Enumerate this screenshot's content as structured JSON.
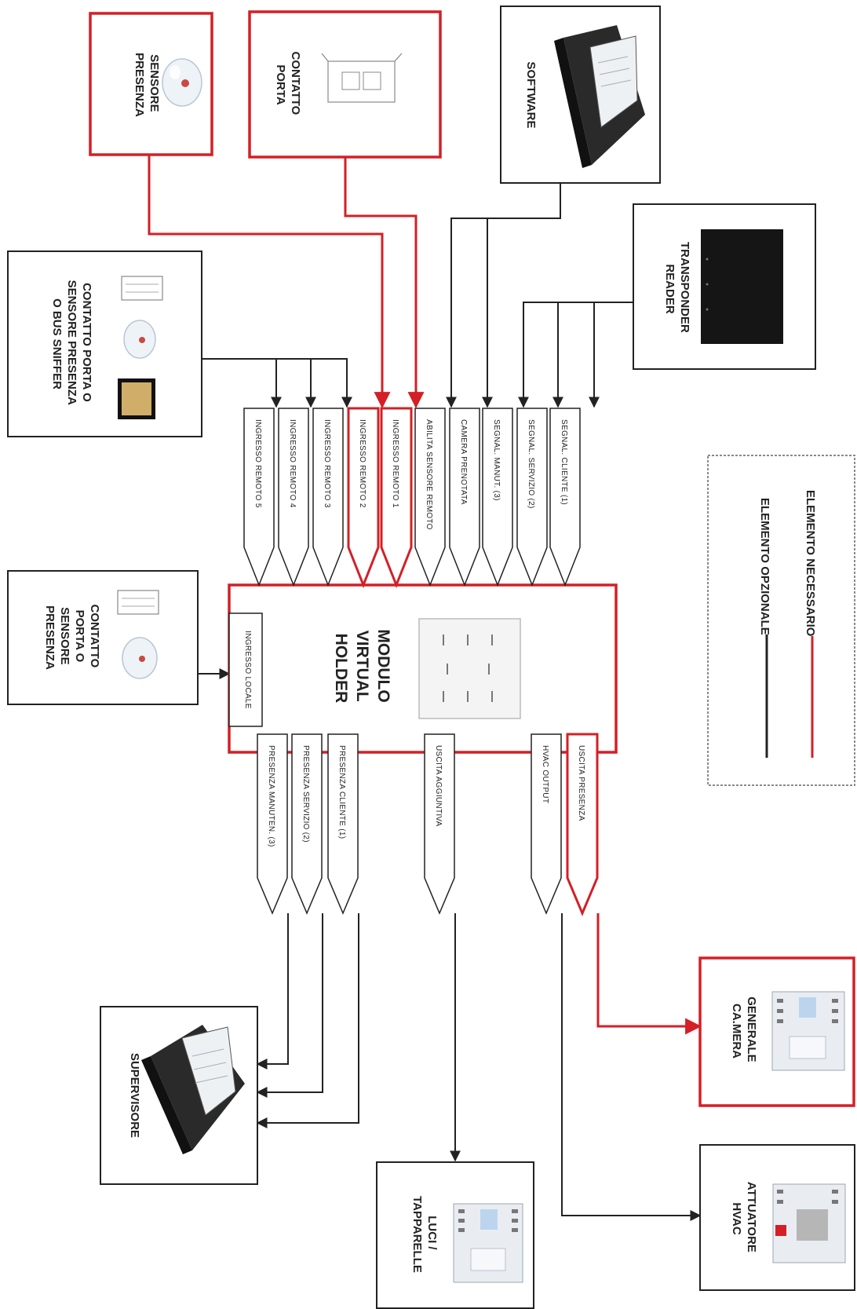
{
  "legend": {
    "required_label": "ELEMENTO NECESSARIO",
    "optional_label": "ELEMENTO OPZIONALE",
    "required_color": "#d41f26",
    "optional_color": "#222222"
  },
  "devices": {
    "presence_sensor_top": [
      "SENSORE",
      "PRESENZA"
    ],
    "door_contact_top": [
      "CONTATTO",
      "PORTA"
    ],
    "software": [
      "SOFTWARE"
    ],
    "transponder": [
      "TRANSPONDER",
      "READER"
    ],
    "remote_inputs_device": [
      "CONTATTO PORTA O",
      "SENSORE PRESENZA",
      "O BUS SNIFFER"
    ],
    "local_input_device": [
      "CONTATTO",
      "PORTA O",
      "SENSORE",
      "PRESENZA"
    ],
    "supervisor": [
      "SUPERVISORE"
    ],
    "lights": [
      "LUCI /",
      "TAPPARELLE"
    ],
    "hvac_actuator": [
      "ATTUATORE",
      "HVAC"
    ],
    "room_general": [
      "GENERALE",
      "CA.MERA"
    ]
  },
  "module": {
    "title": [
      "MODULO",
      "VIRTUAL",
      "HOLDER"
    ],
    "local_input": "INGRESSO LOCALE"
  },
  "inputs": [
    "INGRESSO REMOTO 5",
    "INGRESSO REMOTO 4",
    "INGRESSO REMOTO 3",
    "INGRESSO REMOTO 2",
    "INGRESSO REMOTO 1",
    "ABILITA SENSORE REMOTO",
    "CAMERA PRENOTATA",
    "SEGNAL. MANUT. (3)",
    "SEGNAL. SERVIZIO (2)",
    "SEGNAL. CLIENTE (1)"
  ],
  "outputs": [
    "PRESENZA MANUTEN. (3)",
    "PRESENZA SERVIZIO (2)",
    "PRESENZA CLIENTE (1)",
    "USCITA AGGIUNTIVA",
    "HVAC OUTPUT",
    "USCITA PRESENZA"
  ]
}
